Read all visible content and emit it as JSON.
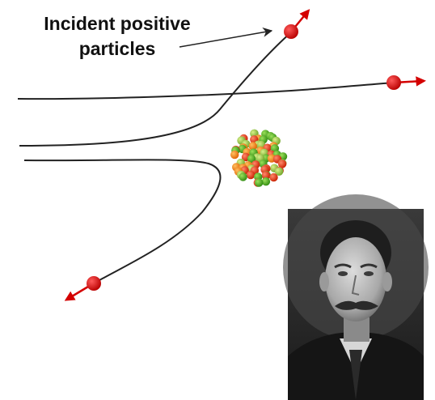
{
  "caption": {
    "line1": "Incident positive",
    "line2": "particles"
  },
  "colors": {
    "particle": "#d40000",
    "track": "#222222",
    "nucleus_red": "#e8380c",
    "nucleus_orange": "#f07a14",
    "nucleus_green": "#4aa81e",
    "nucleus_lime": "#8fc43a",
    "photo_dark": "#262626",
    "photo_light": "#d8d8d8"
  },
  "icons": {
    "particle": "red-dot-with-arrow",
    "nucleus": "cluster-of-spheres",
    "photo": "grayscale-portrait"
  }
}
